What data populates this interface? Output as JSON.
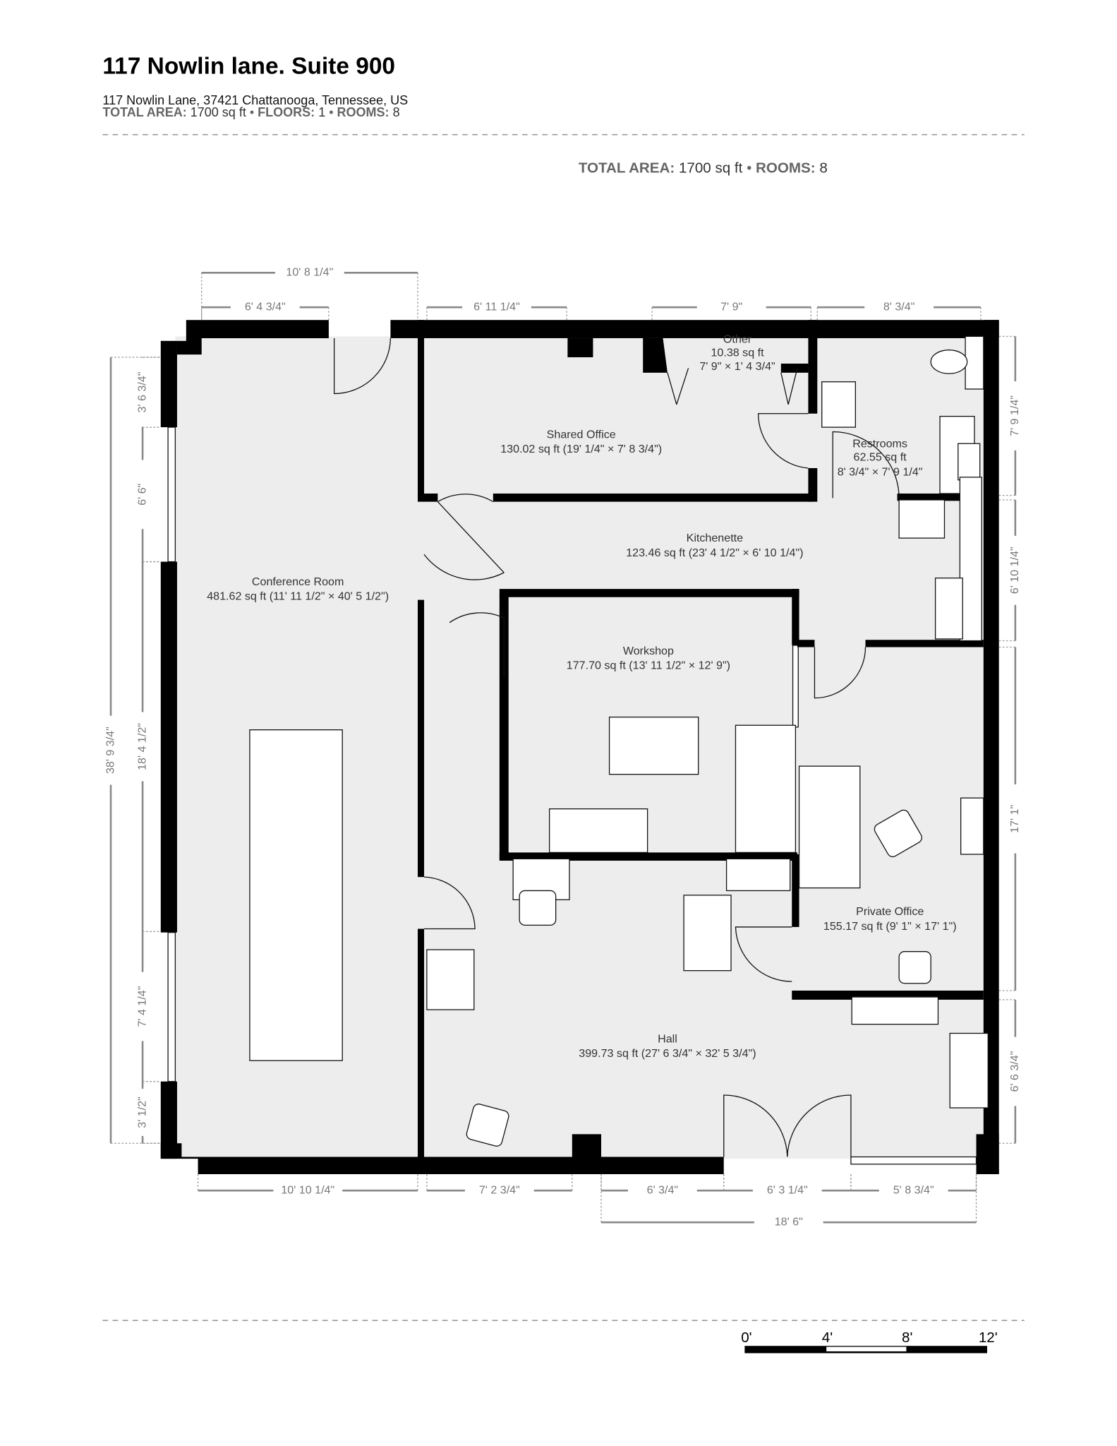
{
  "header": {
    "title": "117 Nowlin lane. Suite 900",
    "address": "117 Nowlin Lane, 37421 Chattanooga, Tennessee, US",
    "summary": {
      "total_area_label": "TOTAL AREA:",
      "total_area_value": "1700 sq ft",
      "floors_label": "FLOORS:",
      "floors_value": "1",
      "rooms_label": "ROOMS:",
      "rooms_value": "8",
      "separator": "•"
    }
  },
  "plan_summary": {
    "total_area_label": "TOTAL AREA:",
    "total_area_value": "1700 sq ft",
    "rooms_label": "ROOMS:",
    "rooms_value": "8",
    "separator": "•"
  },
  "rooms": [
    {
      "name": "Other",
      "area": "10.38 sq ft",
      "dims": "7' 9\" × 1' 4 3/4\""
    },
    {
      "name": "Shared Office",
      "area": "130.02 sq ft (19' 1/4\" × 7' 8 3/4\")"
    },
    {
      "name": "Restrooms",
      "area": "62.55 sq ft",
      "dims": "8' 3/4\" × 7' 9 1/4\""
    },
    {
      "name": "Kitchenette",
      "area": "123.46 sq ft (23' 4 1/2\" × 6' 10 1/4\")"
    },
    {
      "name": "Conference Room",
      "area": "481.62 sq ft (11' 11 1/2\" × 40' 5 1/2\")"
    },
    {
      "name": "Workshop",
      "area": "177.70 sq ft (13' 11 1/2\" × 12' 9\")"
    },
    {
      "name": "Private Office",
      "area": "155.17 sq ft (9' 1\" × 17' 1\")"
    },
    {
      "name": "Hall",
      "area": "399.73 sq ft (27' 6 3/4\" × 32' 5 3/4\")"
    }
  ],
  "dimensions": {
    "top": [
      "10' 8 1/4\"",
      "6' 4 3/4\"",
      "6' 11 1/4\"",
      "7' 9\"",
      "8' 3/4\""
    ],
    "bottom": [
      "10' 10 1/4\"",
      "7' 2 3/4\"",
      "6' 3/4\"",
      "6' 3 1/4\"",
      "5' 8 3/4\"",
      "18' 6\""
    ],
    "left": [
      "38' 9 3/4\"",
      "3' 6 3/4\"",
      "6' 6\"",
      "18' 4 1/2\"",
      "7' 4 1/4\"",
      "3' 1/2\""
    ],
    "right": [
      "7' 9 1/4\"",
      "6' 10 1/4\"",
      "17' 1\"",
      "6' 6 3/4\""
    ]
  },
  "scale_bar": {
    "labels": [
      "0'",
      "4'",
      "8'",
      "12'"
    ],
    "colors": {
      "dark": "#000000",
      "light": "#ffffff"
    }
  },
  "colors": {
    "wall": "#000000",
    "floor": "#ededee",
    "dimension": "#777777",
    "label_gray": "#666666"
  }
}
